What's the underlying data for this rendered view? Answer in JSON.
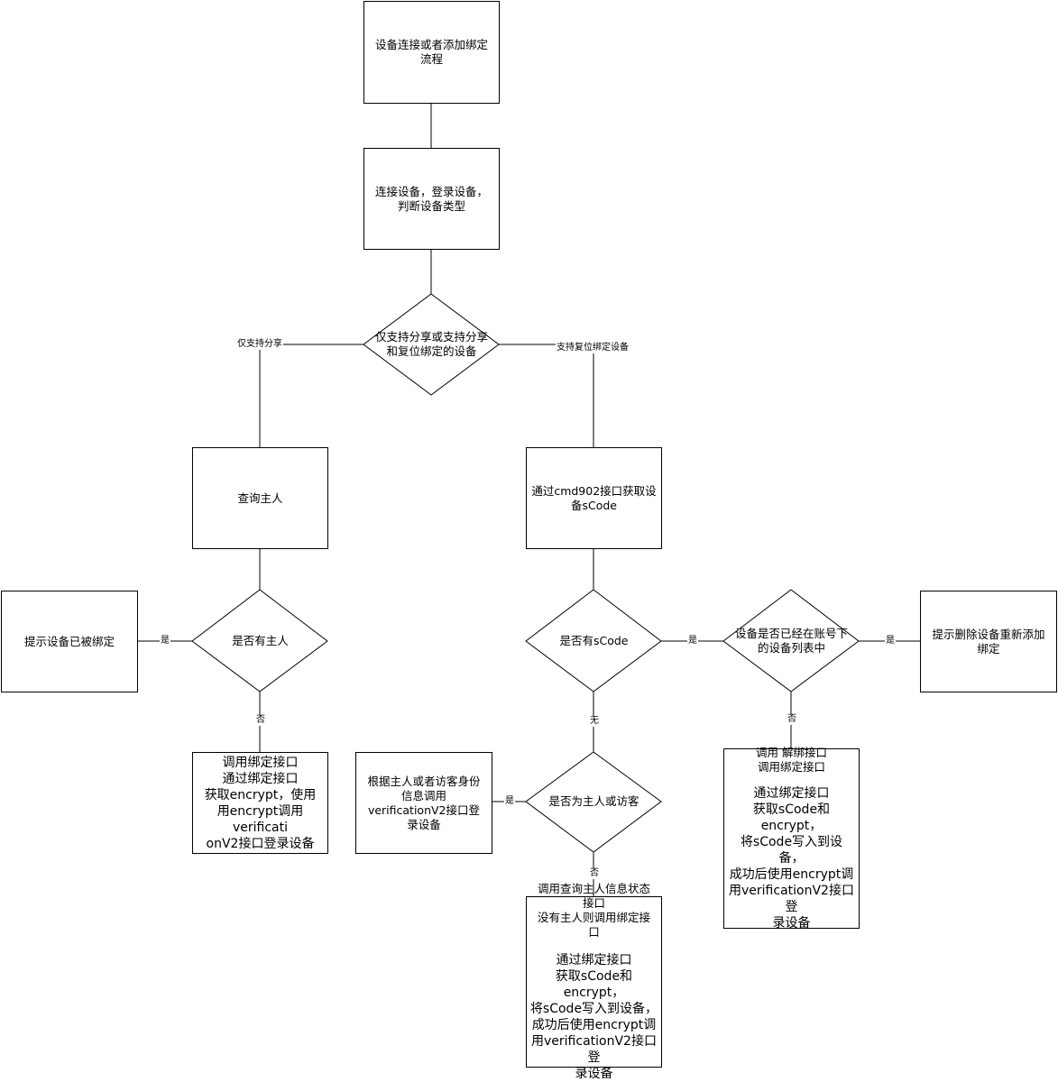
{
  "nodes": {
    "start": "设备连接或者添加绑定\n流程",
    "connect": "连接设备，登录设备，\n判断设备类型",
    "type_decision": "仅支持分享或支持分享\n和复位绑定的设备",
    "query_owner": "查询主人",
    "get_scode": "通过cmd902接口获取设\n备sCode",
    "has_owner": "是否有主人",
    "has_scode": "是否有sCode",
    "in_list": "设备是否已经在账号下\n的设备列表中",
    "tip_bound": "提示设备已被绑定",
    "tip_delete": "提示删除设备重新添加\n绑定",
    "bind_encrypt": "调用绑定接口\n通过绑定接口\n获取encrypt，使用\n用encrypt调用verificati\nonV2接口登录设备",
    "is_owner_or_guest": "是否为主人或访客",
    "login_by_identity": "根据主人或者访客身份\n信息调用\nverificationV2接口登\n录设备",
    "unbind_bind": "调用 解绑接口\n调用绑定接口",
    "unbind_bind_detail": "通过绑定接口\n获取sCode和encrypt，\n将sCode写入到设备，\n成功后使用encrypt调\n用verificationV2接口登\n录设备",
    "query_state": "调用查询主人信息状态\n接口\n没有主人则调用绑定接\n口",
    "query_state_detail": "通过绑定接口\n获取sCode和encrypt，\n将sCode写入到设备，\n成功后使用encrypt调\n用verificationV2接口登\n录设备"
  },
  "edge_labels": {
    "share_only": "仅支持分享",
    "support_reset": "支持复位绑定设备",
    "owner_yes": "是",
    "owner_no": "否",
    "scode_yes": "是",
    "scode_none": "无",
    "list_yes": "是",
    "list_no": "否",
    "identity_yes": "是",
    "identity_no": "否"
  }
}
